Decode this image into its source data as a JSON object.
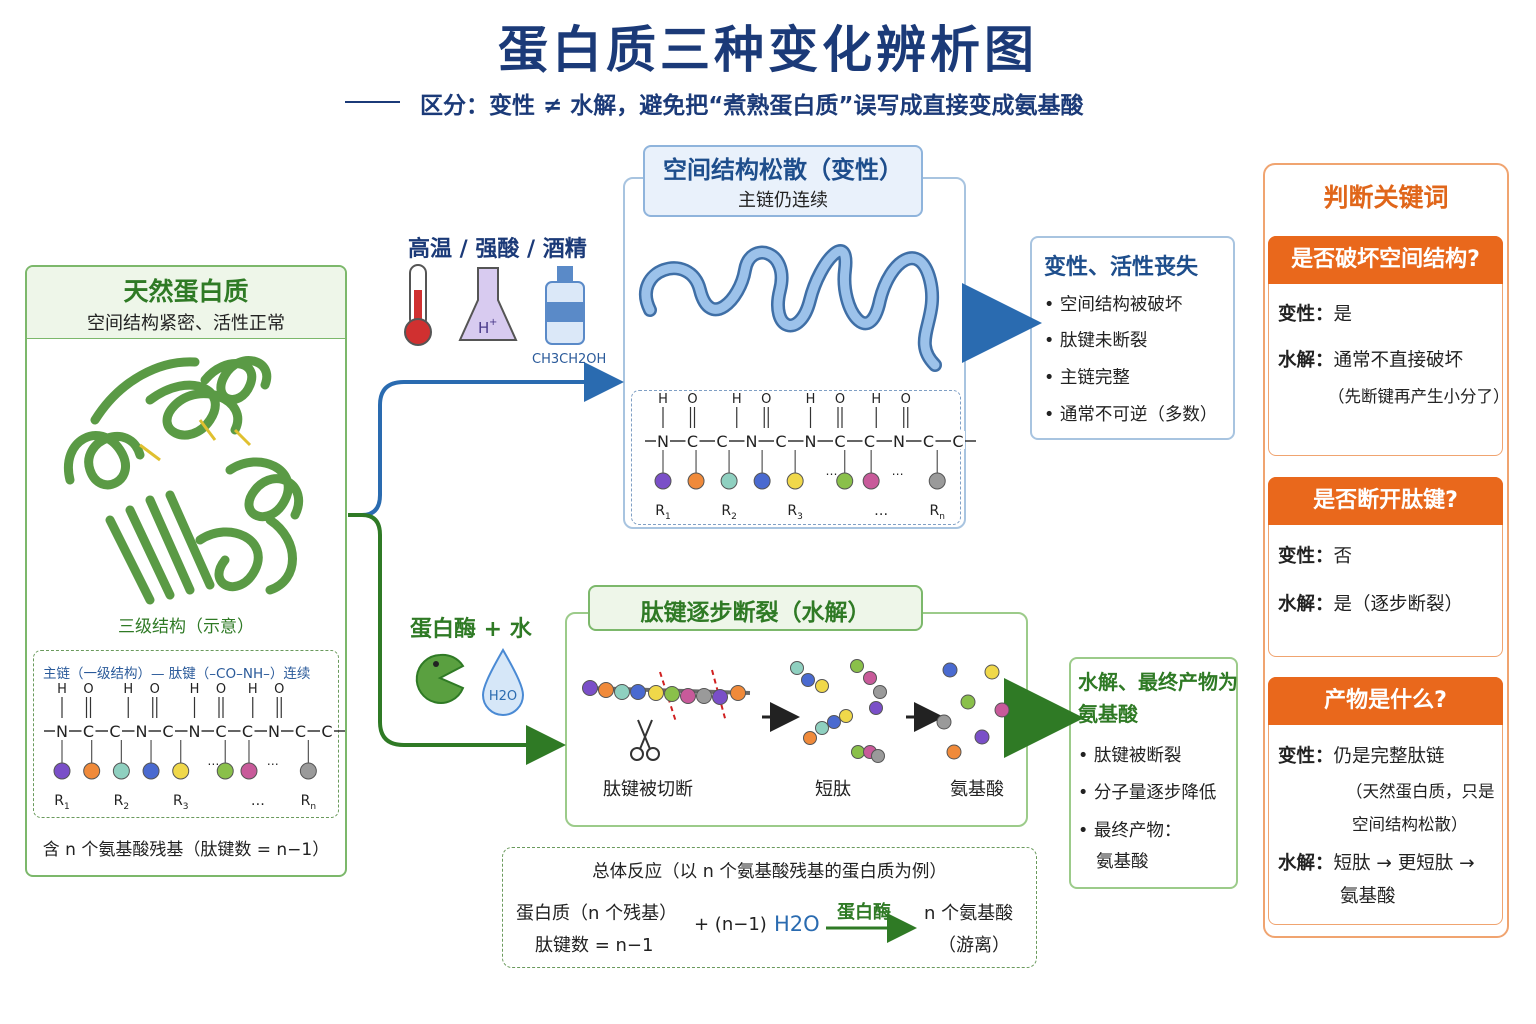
{
  "title": "蛋白质三种变化辨析图",
  "subtitle": "区分：变性 ≠ 水解，避免把“煮熟蛋白质”误写成直接变成氨基酸",
  "native": {
    "title": "天然蛋白质",
    "subtitle": "空间结构紧密、活性正常",
    "tertiary_label": "三级结构（示意）",
    "chain_label": "主链（一级结构）— 肽键（–CO–NH–）连续",
    "count": "含 n 个氨基酸残基（肽键数 = n−1）"
  },
  "chain": {
    "h": "H",
    "o": "O",
    "n": "N",
    "c": "C",
    "dots": "…",
    "r_labels": [
      "R1",
      "R2",
      "R3",
      "…",
      "Rn"
    ]
  },
  "denaturation": {
    "conditions": "高温 / 强酸 / 酒精",
    "acid_symbol": "H+",
    "ethanol": "CH3CH2OH",
    "title": "空间结构松散（变性）",
    "subtitle": "主链仍连续",
    "result_title": "变性、活性丧失",
    "bullets": [
      "空间结构被破坏",
      "肽键未断裂",
      "主链完整",
      "通常不可逆（多数）"
    ]
  },
  "hydrolysis": {
    "conditions": "蛋白酶 + 水",
    "water_symbol": "H2O",
    "title": "肽键逐步断裂（水解）",
    "steps": [
      "肽键被切断",
      "短肽",
      "氨基酸"
    ],
    "result_title_1": "水解、最终产物为",
    "result_title_2": "氨基酸",
    "bullets": [
      "肽键被断裂",
      "分子量逐步降低",
      "最终产物："
    ],
    "bullet_extra": "氨基酸"
  },
  "overall": {
    "title": "总体反应（以 n 个氨基酸残基的蛋白质为例）",
    "reactant_1": "蛋白质（n 个残基）",
    "reactant_2": "肽键数 = n−1",
    "plus": "+ (n−1)",
    "water": "H2O",
    "enzyme": "蛋白酶",
    "product_1": "n 个氨基酸",
    "product_2": "（游离）"
  },
  "keywords": {
    "title": "判断关键词",
    "q1": {
      "head": "是否破坏空间结构?",
      "denat_label": "变性：",
      "denat_value": "是",
      "hydro_label": "水解：",
      "hydro_value": "通常不直接破坏",
      "hydro_note": "（先断键再产生小分了）"
    },
    "q2": {
      "head": "是否断开肽键?",
      "denat_label": "变性：",
      "denat_value": "否",
      "hydro_label": "水解：",
      "hydro_value": "是（逐步断裂）"
    },
    "q3": {
      "head": "产物是什么?",
      "denat_label": "变性：",
      "denat_value": "仍是完整肽链",
      "denat_note_1": "（天然蛋白质，只是",
      "denat_note_2": "空间结构松散）",
      "hydro_label": "水解：",
      "hydro_value": "短肽 → 更短肽 →",
      "hydro_value_2": "氨基酸"
    }
  },
  "colors": {
    "navy": "#1b3a78",
    "green": "#2f7a25",
    "blue": "#2a6bb0",
    "orange": "#e9681c"
  }
}
